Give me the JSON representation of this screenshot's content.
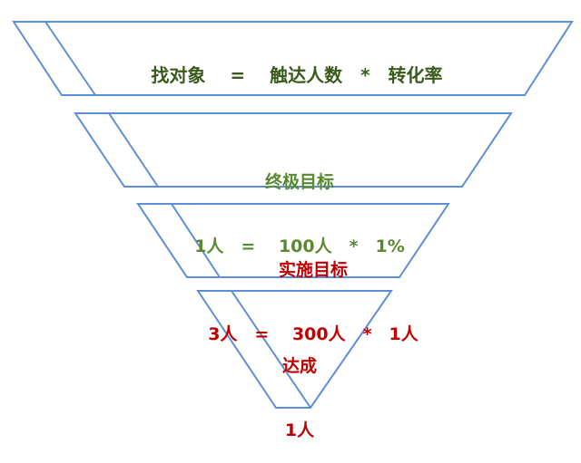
{
  "colors": {
    "line": "#5b8fd9",
    "level1_text": "#3a5a1c",
    "level2_text": "#5a8a30",
    "level3_text": "#c00000",
    "level4_text": "#c00000"
  },
  "funnel": {
    "levels": [
      {
        "label": "找对象　 =　 触达人数　*　转化率"
      },
      {
        "title": "终极目标",
        "formula": "1人　=　 100人　*　1%"
      },
      {
        "title": "实施目标",
        "formula": "3人　=　 300人　*　1人"
      },
      {
        "title": "达成",
        "formula": "1人"
      }
    ]
  }
}
